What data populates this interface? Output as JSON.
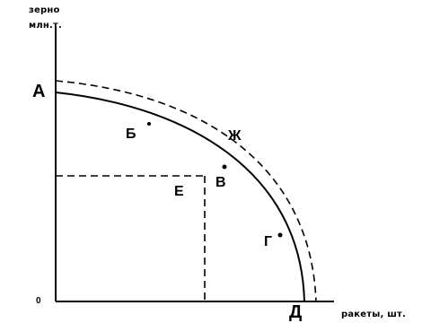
{
  "axes": {
    "y_label_line1": "зерно",
    "y_label_line2": "млн.т.",
    "x_label": "ракеты, шт.",
    "origin": "0"
  },
  "points": {
    "A": "А",
    "B": "Б",
    "V": "В",
    "G": "Г",
    "D": "Д",
    "E": "Е",
    "Zh": "Ж"
  },
  "colors": {
    "line": "#000000",
    "background": "#ffffff"
  }
}
